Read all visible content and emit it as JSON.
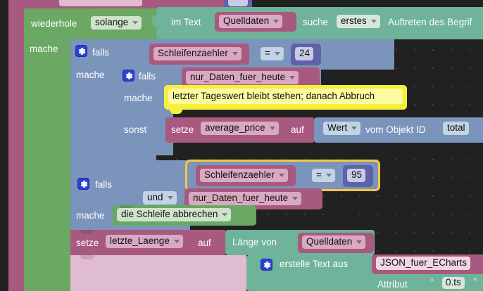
{
  "editor": {
    "name": "blockly-workspace",
    "language": "de",
    "background_color": "#212121",
    "grid": "dots"
  },
  "colors": {
    "loop_green": "#6aa863",
    "logic_blue": "#7b94bb",
    "text_teal": "#6fb39a",
    "variable_mauve": "#a8597f",
    "number_indigo": "#5f62a8",
    "comment_yellow": "#f8ef3a",
    "selection_outline": "#f5c842",
    "canvas": "#212121"
  },
  "blocks": {
    "loop": {
      "keyword": "wiederhole",
      "mode": "solange",
      "do_label": "mache"
    },
    "text_search": {
      "in_text_label": "im Text",
      "text_var": "Quelldaten",
      "search_label": "suche",
      "occurrence": "erstes",
      "tail_label": "Auftreten des Begrif"
    },
    "if_outer": {
      "if_label": "falls",
      "left_var": "Schleifenzaehler",
      "operator": "=",
      "right_value": "24",
      "do_label": "mache"
    },
    "if_inner": {
      "if_label": "falls",
      "condition_var": "nur_Daten_fuer_heute",
      "do_label": "mache",
      "else_label": "sonst"
    },
    "comment": {
      "text": "letzter Tageswert bleibt stehen; danach Abbruch"
    },
    "set_average": {
      "set_label": "setze",
      "variable": "average_price",
      "to_label": "auf",
      "value_kind": "Wert",
      "object_label": "vom Objekt ID",
      "object_id": "total"
    },
    "if_break": {
      "if_label": "falls",
      "left_var": "Schleifenzaehler",
      "operator": "=",
      "right_value": "95",
      "selected": true,
      "and_label": "und",
      "and_var": "nur_Daten_fuer_heute",
      "do_label": "mache",
      "break_action": "die Schleife abbrechen"
    },
    "set_laenge": {
      "set_label": "setze",
      "variable": "letzte_Laenge",
      "to_label": "auf",
      "length_label": "Länge von",
      "length_var": "Quelldaten"
    },
    "create_text": {
      "label": "erstelle Text aus",
      "variable": "JSON_fuer_ECharts",
      "attribute_label": "Attribut",
      "attribute_value": "0.ts",
      "quote_open": "“",
      "quote_close": "”"
    }
  }
}
